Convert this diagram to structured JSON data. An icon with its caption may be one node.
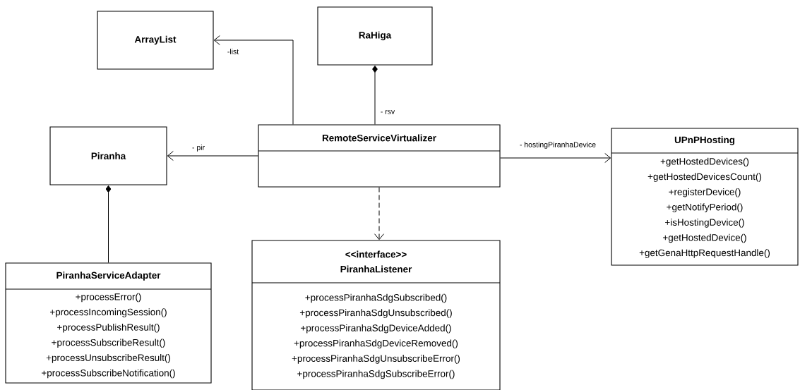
{
  "diagram": {
    "nodes": [
      {
        "text": [
          "ArrayList"
        ]
      },
      {
        "text": [
          "RaHiga"
        ]
      },
      {
        "text": [
          "Piranha"
        ]
      },
      {
        "text": [
          "RemoteServiceVirtualizer"
        ]
      },
      {
        "text": [
          "UPnPHosting",
          "+getHostedDevices()",
          "+getHostedDevicesCount()",
          "+registerDevice()",
          "+getNotifyPeriod()",
          "+isHostingDevice()",
          "+getHostedDevice()",
          "+getGenaHttpRequestHandle()"
        ]
      },
      {
        "text": [
          "PiranhaServiceAdapter",
          "+processError()",
          "+processIncomingSession()",
          "+processPublishResult()",
          "+processSubscribeResult()",
          "+processUnsubscribeResult()",
          "+processSubscribeNotification()"
        ]
      },
      {
        "text": [
          "<<interface>>",
          "PiranhaListener",
          "+processPiranhaSdgSubscribed()",
          "+processPiranhaSdgUnsubscribed()",
          "+processPiranhaSdgDeviceAdded()",
          "+processPiranhaSdgDeviceRemoved()",
          "+processPiranhaSdgUnsubscribeError()",
          "+processPiranhaSdgSubscribeError()"
        ]
      }
    ],
    "edges": [
      {
        "from": 3,
        "to": 0,
        "arrow": "to",
        "label": "-list"
      },
      {
        "from": 3,
        "to": 1,
        "arrow": "other",
        "label": "- rsv"
      },
      {
        "from": 3,
        "to": 2,
        "arrow": "to",
        "label": "- pir"
      },
      {
        "from": 3,
        "to": 4,
        "arrow": "to",
        "label": "- hostingPiranhaDevice"
      },
      {
        "from": 5,
        "to": 2,
        "arrow": "other"
      },
      {
        "from": 3,
        "to": 6,
        "arrow": "to",
        "style": "dashed"
      }
    ]
  }
}
